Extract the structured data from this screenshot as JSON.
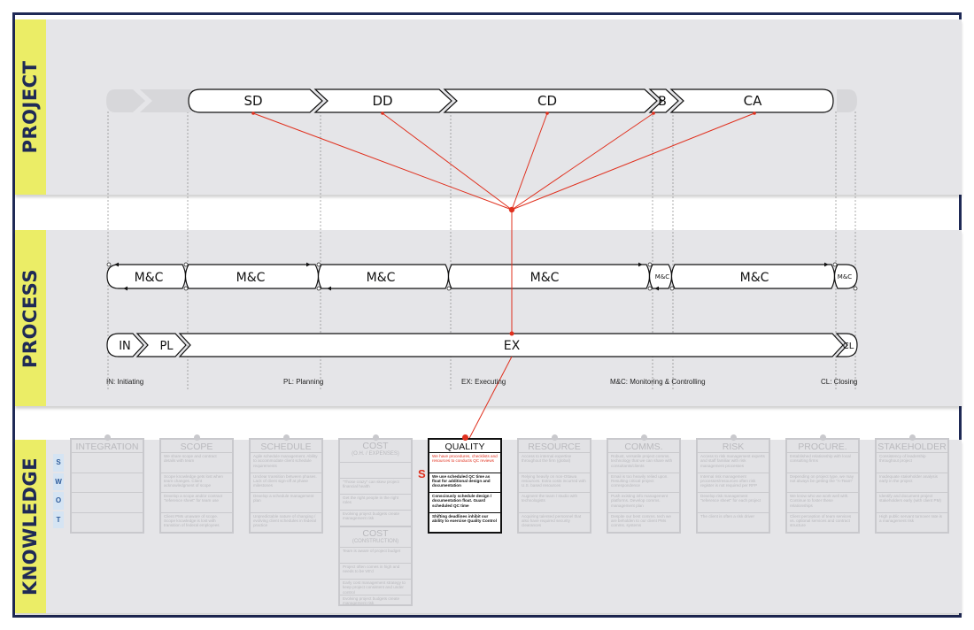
{
  "sections": {
    "project": "PROJECT",
    "process": "PROCESS",
    "knowledge": "KNOWLEDGE"
  },
  "project_phases": {
    "sd": "SD",
    "dd": "DD",
    "cd": "CD",
    "b": "B",
    "ca": "CA"
  },
  "mc_row": [
    "M&C",
    "M&C",
    "M&C",
    "M&C",
    "M&C",
    "M&C",
    "M&C"
  ],
  "process_row": {
    "in": "IN",
    "pl": "PL",
    "ex": "EX",
    "cl": "CL"
  },
  "legend": {
    "in": "IN: Initiating",
    "pl": "PL: Planning",
    "ex": "EX: Executing",
    "mc": "M&C: Monitoring & Controlling",
    "cl": "CL: Closing"
  },
  "swot": [
    "S",
    "W",
    "O",
    "T"
  ],
  "s_marker": "S",
  "cards": [
    {
      "key": "integration",
      "title": "INTEGRATION",
      "cells": [
        "",
        "",
        "",
        ""
      ]
    },
    {
      "key": "scope",
      "title": "SCOPE",
      "cells": [
        "We share scope and contract details with team",
        "Scope knowledge gets lost when team changes. Client acknowledgment of scope",
        "Develop a scope and/or contract \"reference sheet\" for team use",
        "Client PMs unaware of scope. Scope knowledge is lost with transition of federal employees"
      ]
    },
    {
      "key": "schedule",
      "title": "SCHEDULE",
      "cells": [
        "Agile schedule management. Ability to accommodate client schedule requirements",
        "Unclear transition between phases. Lack of client sign-off at phase milestones",
        "Develop a schedule management plan",
        "Unpredictable nature of changing / evolving client schedules in federal practice"
      ]
    },
    {
      "key": "quality",
      "title": "QUALITY",
      "cells": [
        "We have procedures, checklists and resources to conducts QC reviews",
        "We use scheduled QC time as float for additional design and documentation",
        "Consciously schedule design / documentation float. Guard scheduled QC time",
        "Shifting deadlines inhibit our ability to exercise Quality Control"
      ]
    },
    {
      "key": "resource",
      "title": "RESOURCE",
      "cells": [
        "Access to internal expertise throughout the firm (global)",
        "Relying heavily on non-Ottawa resources. Extra costs incurred with U.S. based resources",
        "Augment the team / studio with technologists",
        "Acquiring talented personnel that also have required security clearances"
      ]
    },
    {
      "key": "comms",
      "title": "COMMS.",
      "cells": [
        "Robust, versatile project comms. technology that we can share with consultants/clients",
        "Email is too heavily relied upon. Resulting critical project correspondence",
        "Push existing info management platforms. Develop comms. management plan",
        "Despite our best comms. tech we are beholden to our client PMs comms. systems"
      ]
    },
    {
      "key": "risk",
      "title": "RISK",
      "cells": [
        "Access to risk management experts and staff familiar with risk management processes",
        "Internal risk management processes/resources often risk register is not required per RFP",
        "Develop risk management \"reference sheet\" for each project",
        "The client is often a risk driver"
      ]
    },
    {
      "key": "procure",
      "title": "PROCURE.",
      "cells": [
        "Established relationship with local consulting firms",
        "Depending on project type, we may not always be getting the \"A-Team\"",
        "We know who we work well with. Continue to foster these relationships",
        "Client perception of team services vs. optional services and contract structure"
      ]
    },
    {
      "key": "stakeholder",
      "title": "STAKEHOLDER",
      "cells": [
        "Consistency of leadership throughout project",
        "Inadequate stakeholder analysis early in the project",
        "Identify and document project stakeholders early (with client PM)",
        "High public servant turnover rate is a management risk"
      ]
    }
  ],
  "cost_card": {
    "title": "COST",
    "subtitle": "(O.H. / EXPENSES)",
    "cells": [
      "",
      "\"Those crazy\" can skew project financial health",
      "Get the right people in the right roles",
      "Evolving project budgets create management risk"
    ],
    "title2": "COST",
    "subtitle2": "(CONSTRUCTION)",
    "cells2": [
      "Team is aware of project budget",
      "Project often comes in high and needs to be VE'd",
      "Early cost management strategy to keep project consistent and under control",
      "Evolving project budgets create management risk"
    ]
  },
  "colors": {
    "frame": "#1f2a56",
    "band": "#e5e5e8",
    "tab": "#ebed66",
    "accent_red": "#e0301e",
    "faded": "#b9b9bd",
    "swot_bg": "#d5e4f3"
  }
}
